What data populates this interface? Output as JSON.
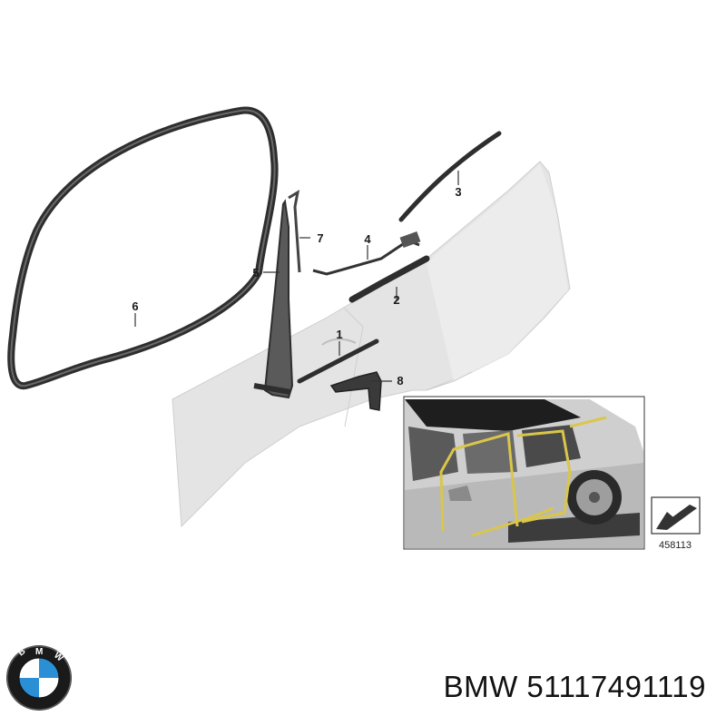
{
  "diagram": {
    "callouts": [
      {
        "id": "1",
        "label": "1"
      },
      {
        "id": "2",
        "label": "2"
      },
      {
        "id": "3",
        "label": "3"
      },
      {
        "id": "4",
        "label": "4"
      },
      {
        "id": "5",
        "label": "5"
      },
      {
        "id": "6",
        "label": "6"
      },
      {
        "id": "7",
        "label": "7"
      },
      {
        "id": "8",
        "label": "8"
      }
    ],
    "reference_number": "458113"
  },
  "caption": {
    "brand": "BMW",
    "part_number": "51117491119"
  },
  "logo": {
    "letters": "BMW",
    "colors": {
      "blue": "#2b8fd6",
      "white": "#ffffff",
      "ring": "#111111"
    }
  },
  "colors": {
    "panel": "#e6e6e6",
    "seal": "#2e2e2e",
    "highlight": "#d9c64a"
  }
}
